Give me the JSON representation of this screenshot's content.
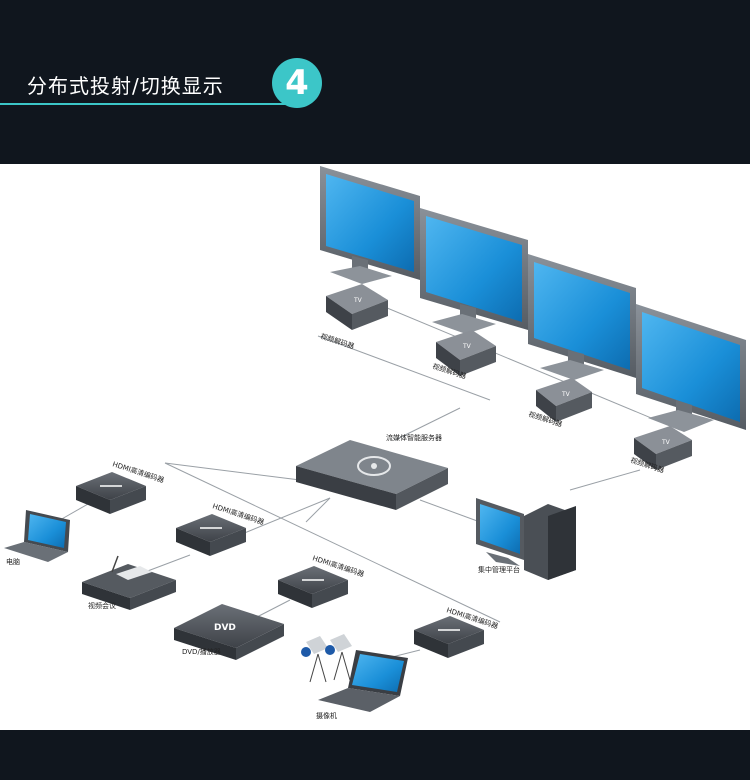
{
  "header": {
    "title": "分布式投射/切换显示",
    "badge_number": "4"
  },
  "labels": {
    "decoder": "视频解码器",
    "server": "流媒体智能服务器",
    "management": "集中管理平台",
    "encoder": "HDMI高清编码器",
    "computer": "电脑",
    "video_conference": "视频会议",
    "dvd": "DVD/播放器",
    "camera": "摄像机",
    "dvd_logo": "DVD",
    "tv_logo": "TV"
  },
  "colors": {
    "accent": "#3cc6c8",
    "header_bg": "#10161e",
    "screen_blue": "#1a8fd8",
    "device_dark": "#4a4f55"
  }
}
